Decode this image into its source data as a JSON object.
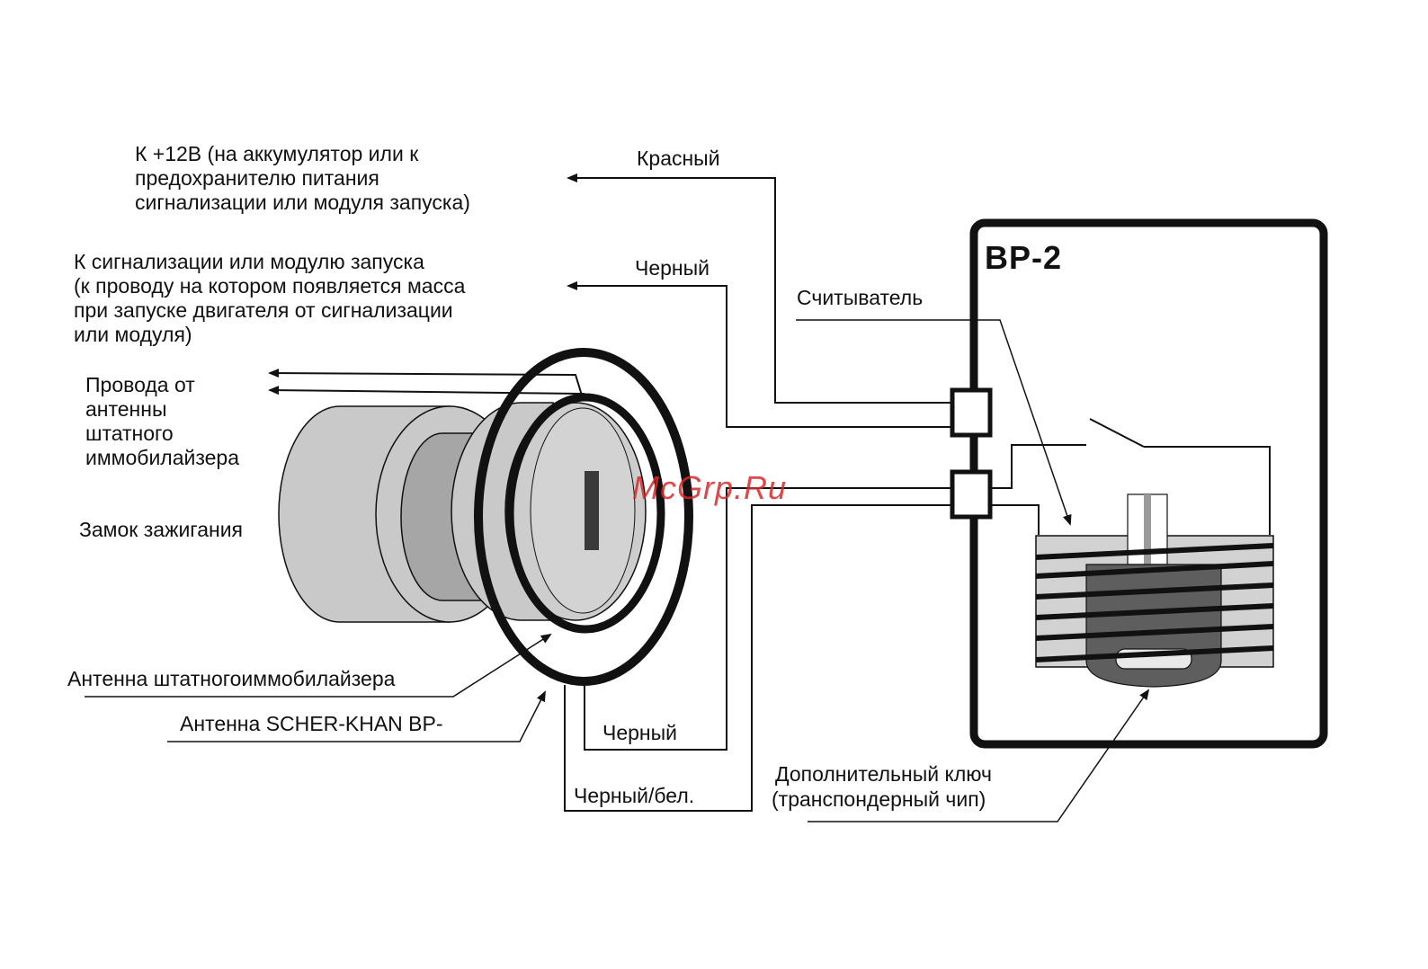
{
  "labels": {
    "power_line1": "К +12В (на аккумулятор или к",
    "power_line2": "предохранителю питания",
    "power_line3": "сигнализации или модуля запуска)",
    "alarm_line1": "К сигнализации или модулю запуска",
    "alarm_line2": "(к проводу на котором появляется масса",
    "alarm_line3": "при запуске двигателя от сигнализации",
    "alarm_line4": "или модуля)",
    "antenna_wires_line1": "Провода от",
    "antenna_wires_line2": "антенны",
    "antenna_wires_line3": "штатного",
    "antenna_wires_line4": "иммобилайзера",
    "ignition_lock": "Замок зажигания",
    "std_antenna": "Антенна штатногоиммобилайзера",
    "sk_antenna": "Антенна SCHER-KHAN BP-",
    "wire_red": "Красный",
    "wire_black_top": "Черный",
    "wire_black_bottom": "Черный",
    "wire_black_white": "Черный/бел.",
    "reader": "Считыватель",
    "module_title": "BP-2",
    "extra_key_line1": "Дополнительный ключ",
    "extra_key_line2": "(транспондерный чип)"
  },
  "watermark": "McGrp.Ru",
  "colors": {
    "outline": "#111111",
    "cylinder_light": "#c8c8c8",
    "cylinder_mid": "#a8a8a8",
    "key_dark": "#5e5e5e",
    "reader_fill": "#d4d4d4",
    "watermark": "#d72828"
  }
}
